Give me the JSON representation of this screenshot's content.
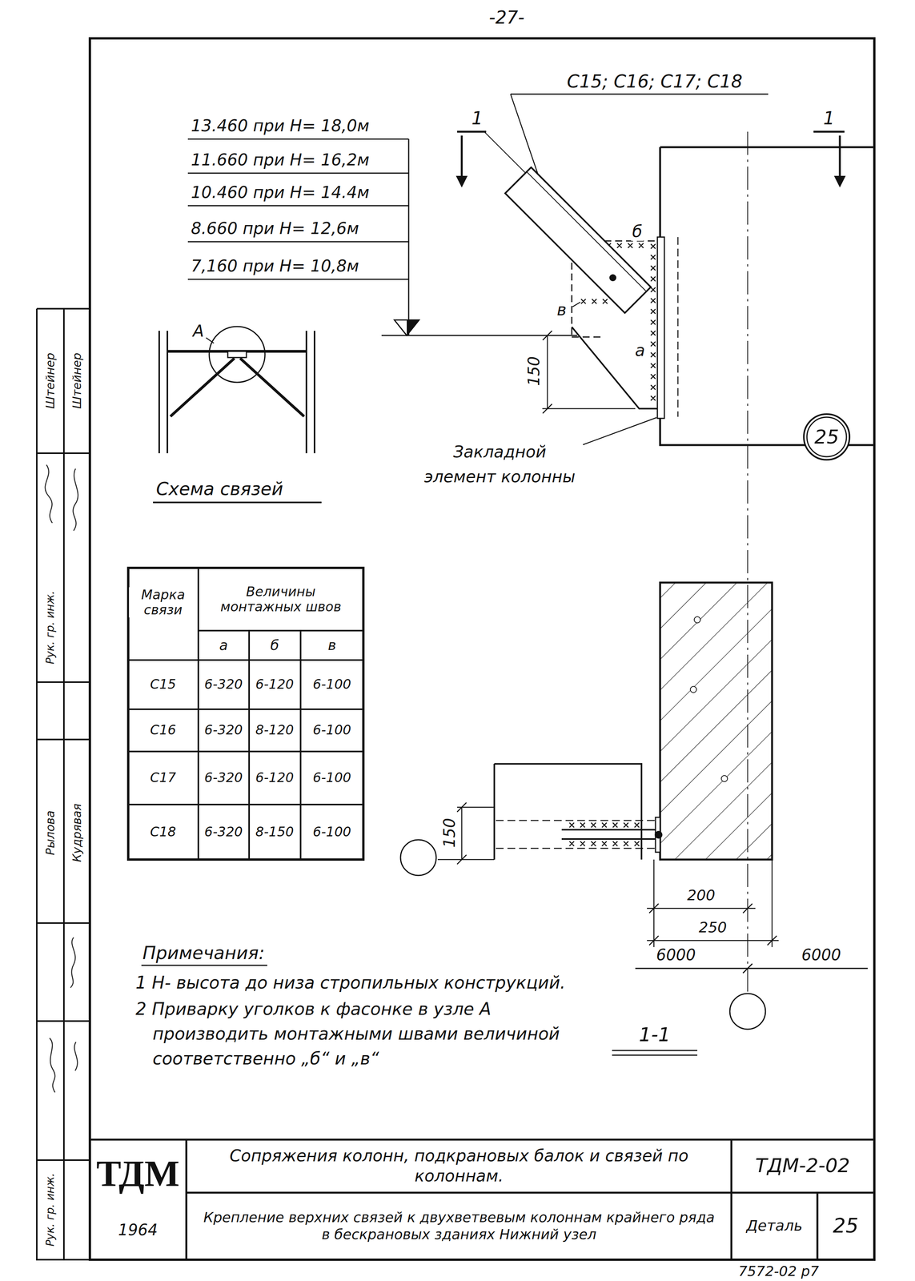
{
  "diagram": {
    "nodes": [
      {
        "text": [
          "25"
        ]
      }
    ],
    "labels": [
      "-27-",
      "С15; С16; С17; С18",
      "13.460 при Н= 18,0м",
      "11.660 при Н= 16,2м",
      "10.460 при Н= 14.4м",
      "8.660 при Н= 12,6м",
      "7,160 при Н= 10,8м",
      "1",
      "1",
      "б",
      "в",
      "а",
      "150",
      "Закладной элемент колонны",
      "А",
      "Схема связей",
      "Марка связи",
      "Величины монтажных швов",
      "а",
      "б",
      "в",
      "С15",
      "6-320",
      "6-120",
      "6-100",
      "С16",
      "6-320",
      "8-120",
      "6-100",
      "С17",
      "6-320",
      "6-120",
      "6-100",
      "С18",
      "6-320",
      "8-150",
      "6-100",
      "150",
      "200",
      "250",
      "6000",
      "6000",
      "1-1",
      "Примечания:",
      "1 Н- высота до низа стропильных конструкций.",
      "2 Приварку уголков к фасонке в узле А производить монтажными швами величиной соответственно „б“ и „в“",
      "ТДМ",
      "1964",
      "Сопряжения колонн, подкрановых балок и связей по колоннам.",
      "Крепление верхних связей к двухветвевым колоннам крайнего ряда в бескрановых зданиях Нижний узел",
      "ТДМ-2-02",
      "Деталь",
      "25",
      "7572-02 р7",
      "Штейнер",
      "Штейнер",
      "Рук. гр. инж.",
      "Рылова",
      "Кудрявая",
      "Рук. гр. инж."
    ]
  }
}
